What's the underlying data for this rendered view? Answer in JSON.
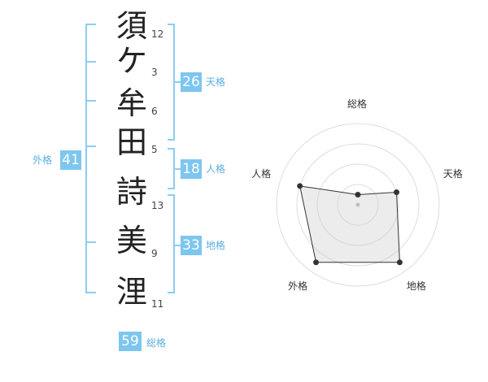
{
  "name_chars": [
    {
      "char": "須",
      "strokes": "12"
    },
    {
      "char": "ケ",
      "strokes": "3"
    },
    {
      "char": "牟",
      "strokes": "6"
    },
    {
      "char": "田",
      "strokes": "5"
    },
    {
      "char": "詩",
      "strokes": "13"
    },
    {
      "char": "美",
      "strokes": "9"
    },
    {
      "char": "浬",
      "strokes": "11"
    }
  ],
  "kaku": {
    "tenkaku": {
      "value": "26",
      "label": "天格"
    },
    "jinkaku": {
      "value": "18",
      "label": "人格"
    },
    "chikaku": {
      "value": "33",
      "label": "地格"
    },
    "gaikaku": {
      "value": "41",
      "label": "外格"
    },
    "soukaku": {
      "value": "59",
      "label": "総格"
    }
  },
  "colors": {
    "accent": "#7dc6ef",
    "accent_text": "#5aaee0",
    "bracket": "#8ccdf2"
  },
  "chart_data": {
    "type": "radar",
    "axes": [
      "総格",
      "天格",
      "地格",
      "外格",
      "人格"
    ],
    "range": [
      0,
      4
    ],
    "values": [
      0.5,
      2,
      3.5,
      3.5,
      3
    ]
  }
}
